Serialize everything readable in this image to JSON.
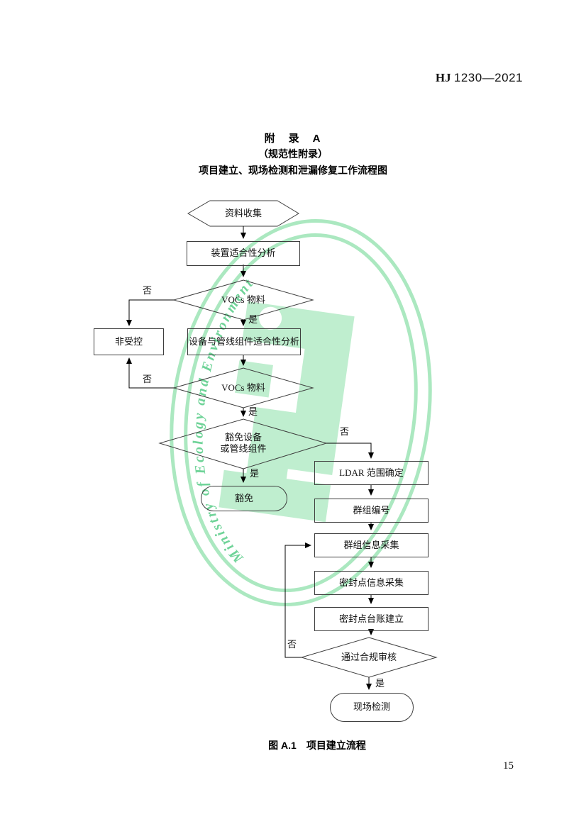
{
  "page": {
    "header_code": "HJ",
    "header_number": "1230—2021",
    "page_number": "15"
  },
  "title": {
    "line1": "附　录　A",
    "line2": "（规范性附录）",
    "line3": "项目建立、现场检测和泄漏修复工作流程图"
  },
  "caption": "图 A.1　项目建立流程",
  "labels": {
    "yes": "是",
    "no": "否"
  },
  "flowchart": {
    "nodes": {
      "start": "资料收集",
      "device_suitability": "装置适合性分析",
      "vocs_material_1": "VOCs 物料",
      "uncontrolled": "非受控",
      "equipment_suitability": "设备与管线组件适合性分析",
      "vocs_material_2": "VOCs 物料",
      "exempt_decision_line1": "豁免设备",
      "exempt_decision_line2": "或管线组件",
      "exempt": "豁免",
      "ldar_scope": "LDAR 范围确定",
      "group_number": "群组编号",
      "group_info_collection": "群组信息采集",
      "seal_point_info_collection": "密封点信息采集",
      "seal_point_ledger": "密封点台账建立",
      "compliance_review": "通过合规审核",
      "site_detection": "现场检测"
    }
  },
  "watermark": {
    "text": "Ministry of Ecology and Environment",
    "ring_color": "#abe8c0",
    "text_color": "#6fd398",
    "emblem_color": "#bfeecf"
  }
}
